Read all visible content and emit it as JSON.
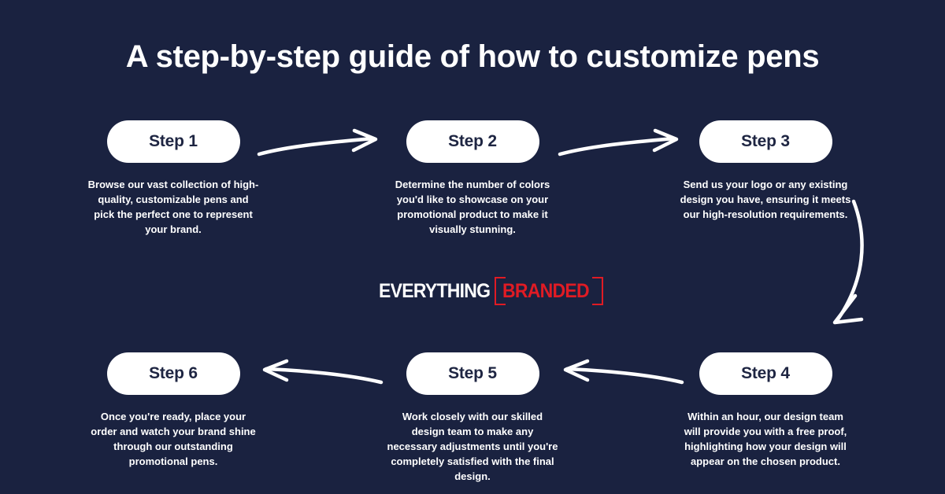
{
  "theme": {
    "background": "#1a2240",
    "pill_background": "#ffffff",
    "pill_text": "#1e2542",
    "text": "#ffffff",
    "accent_red": "#e01b24"
  },
  "header": {
    "title": "A step-by-step guide of how to customize pens"
  },
  "steps": [
    {
      "label": "Step 1",
      "description": "Browse our vast collection of high-quality, customizable pens and pick the perfect one to represent your brand."
    },
    {
      "label": "Step 2",
      "description": "Determine the number of colors you'd like to showcase on your promotional product to make it visually stunning."
    },
    {
      "label": "Step 3",
      "description": "Send us your logo or any existing design you have, ensuring it meets our high-resolution requirements."
    },
    {
      "label": "Step 4",
      "description": "Within an hour, our design team will provide you with a free proof, highlighting how your design will appear on the chosen product."
    },
    {
      "label": "Step 5",
      "description": "Work closely with our skilled design team to make any necessary adjustments until you're completely satisfied with the final design."
    },
    {
      "label": "Step 6",
      "description": "Once you're ready, place your order and watch your brand shine through our outstanding promotional pens."
    }
  ],
  "arrows": [
    {
      "name": "arrow-step1-to-step2",
      "direction": "right"
    },
    {
      "name": "arrow-step2-to-step3",
      "direction": "right"
    },
    {
      "name": "arrow-step3-to-step4",
      "direction": "down-left-curve"
    },
    {
      "name": "arrow-step4-to-step5",
      "direction": "left"
    },
    {
      "name": "arrow-step5-to-step6",
      "direction": "left"
    }
  ],
  "logo": {
    "word_one": "EVERYTHING",
    "word_two": "BRANDED"
  }
}
